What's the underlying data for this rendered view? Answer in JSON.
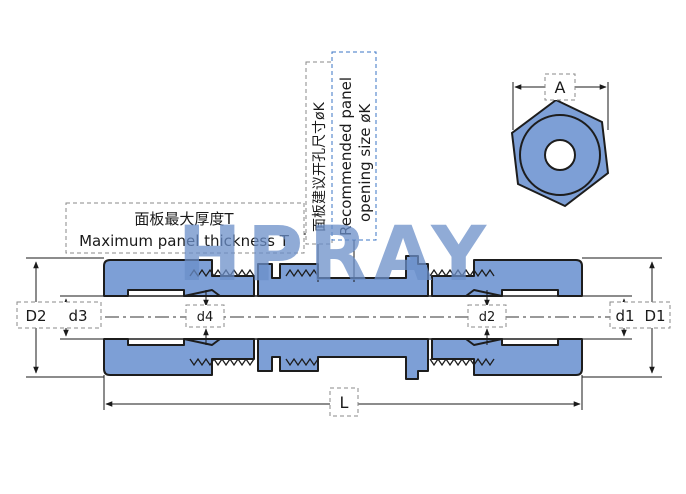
{
  "watermark": "HPRAY",
  "colors": {
    "body_fill": "#7d9fd6",
    "body_stroke": "#1d1d1d",
    "dim_line": "#1a1a1a",
    "dashed_box": "#8a8a8a",
    "dashed_box_blue": "#3b74c4",
    "watermark": "#6b8fc9",
    "centerline": "#333333"
  },
  "labels": {
    "panel_thickness_cn": "面板最大厚度T",
    "panel_thickness_en": "Maximum panel thickness T",
    "panel_opening_cn": "面板建议开孔尺寸øK",
    "panel_opening_en_line1": "Recommended panel",
    "panel_opening_en_line2": "opening size øK",
    "hex_across_flats": "A",
    "length": "L",
    "D2": "D2",
    "d3": "d3",
    "d4": "d4",
    "d2": "d2",
    "d1": "d1",
    "D1": "D1"
  }
}
